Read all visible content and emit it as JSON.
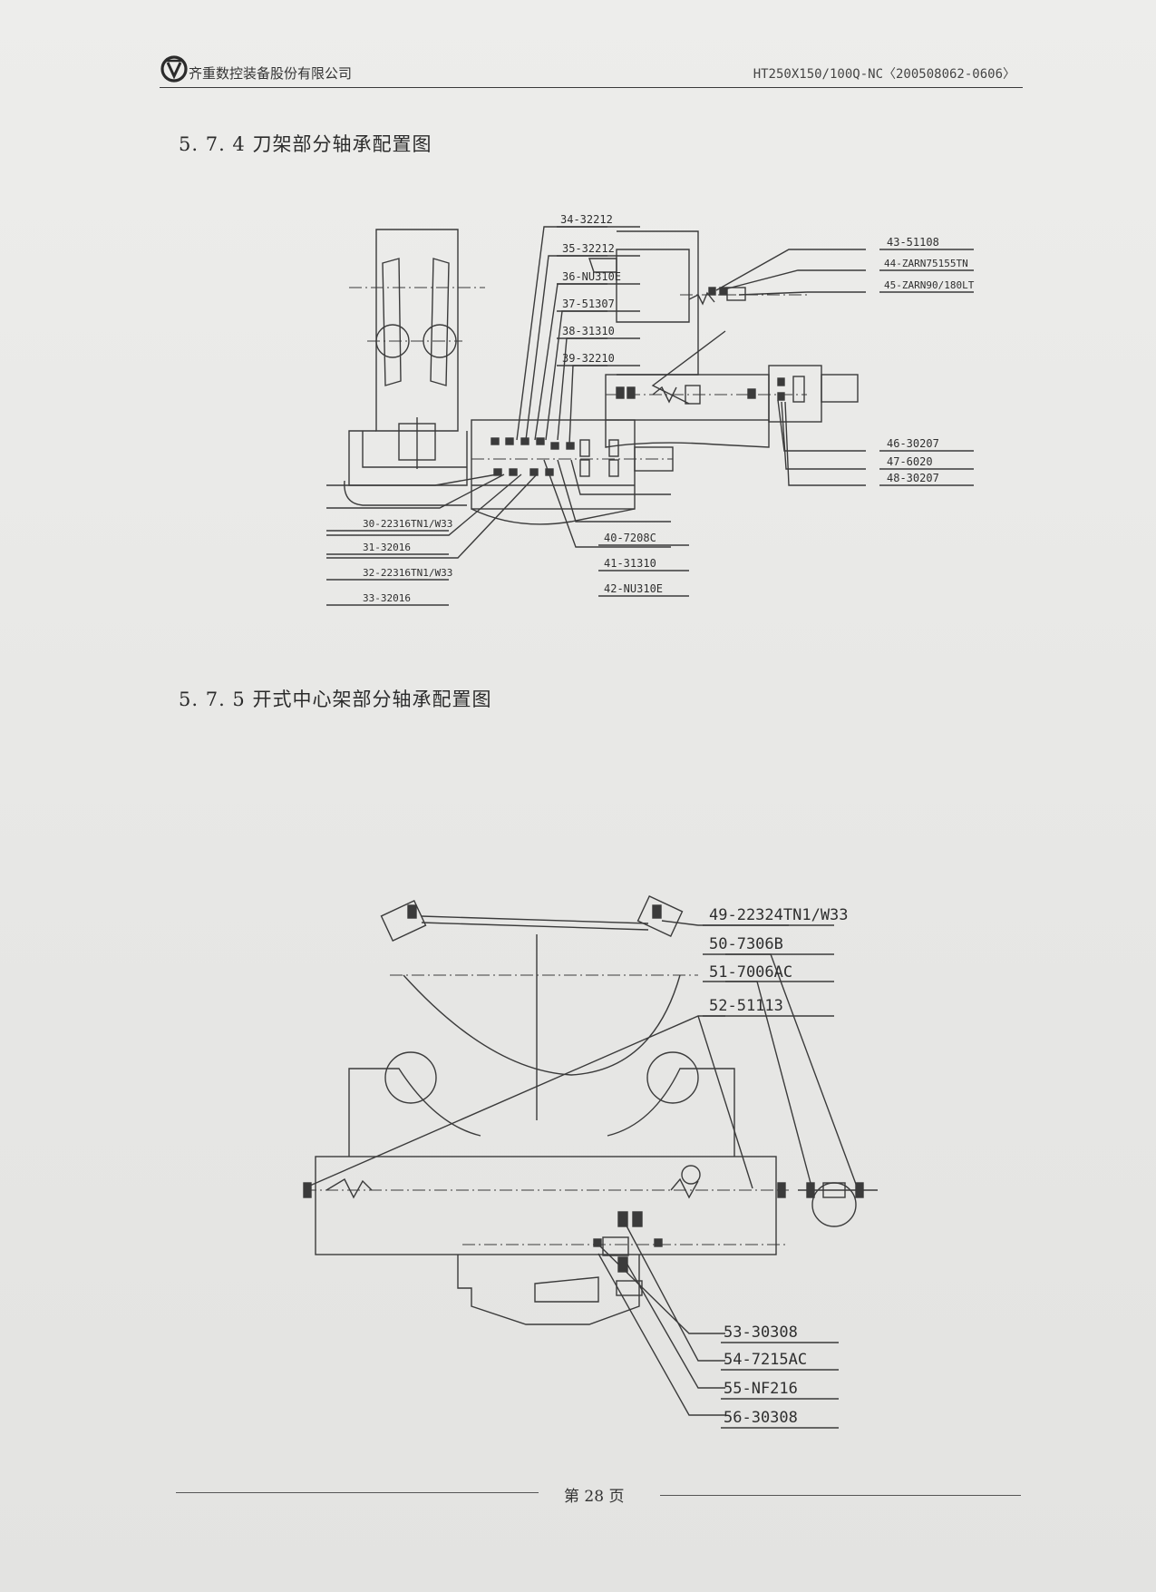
{
  "header": {
    "company": "齐重数控装备股份有限公司",
    "doc_number": "HT250X150/100Q-NC〈200508062-0606〉"
  },
  "section_574": {
    "title": "5. 7. 4 刀架部分轴承配置图",
    "labels": [
      "34-32212",
      "35-32212",
      "36-NU310E",
      "37-51307",
      "38-31310",
      "39-32210",
      "43-51108",
      "44-ZARN75155TN",
      "45-ZARN90/180LT",
      "46-30207",
      "47-6020",
      "48-30207",
      "30-22316TN1/W33",
      "31-32016",
      "32-22316TN1/W33",
      "33-32016",
      "40-7208C",
      "41-31310",
      "42-NU310E"
    ]
  },
  "section_575": {
    "title": "5. 7. 5 开式中心架部分轴承配置图",
    "labels": [
      "49-22324TN1/W33",
      "50-7306B",
      "51-7006AC",
      "52-51113",
      "53-30308",
      "54-7215AC",
      "55-NF216",
      "56-30308"
    ]
  },
  "footer": {
    "page": "第 28 页"
  }
}
